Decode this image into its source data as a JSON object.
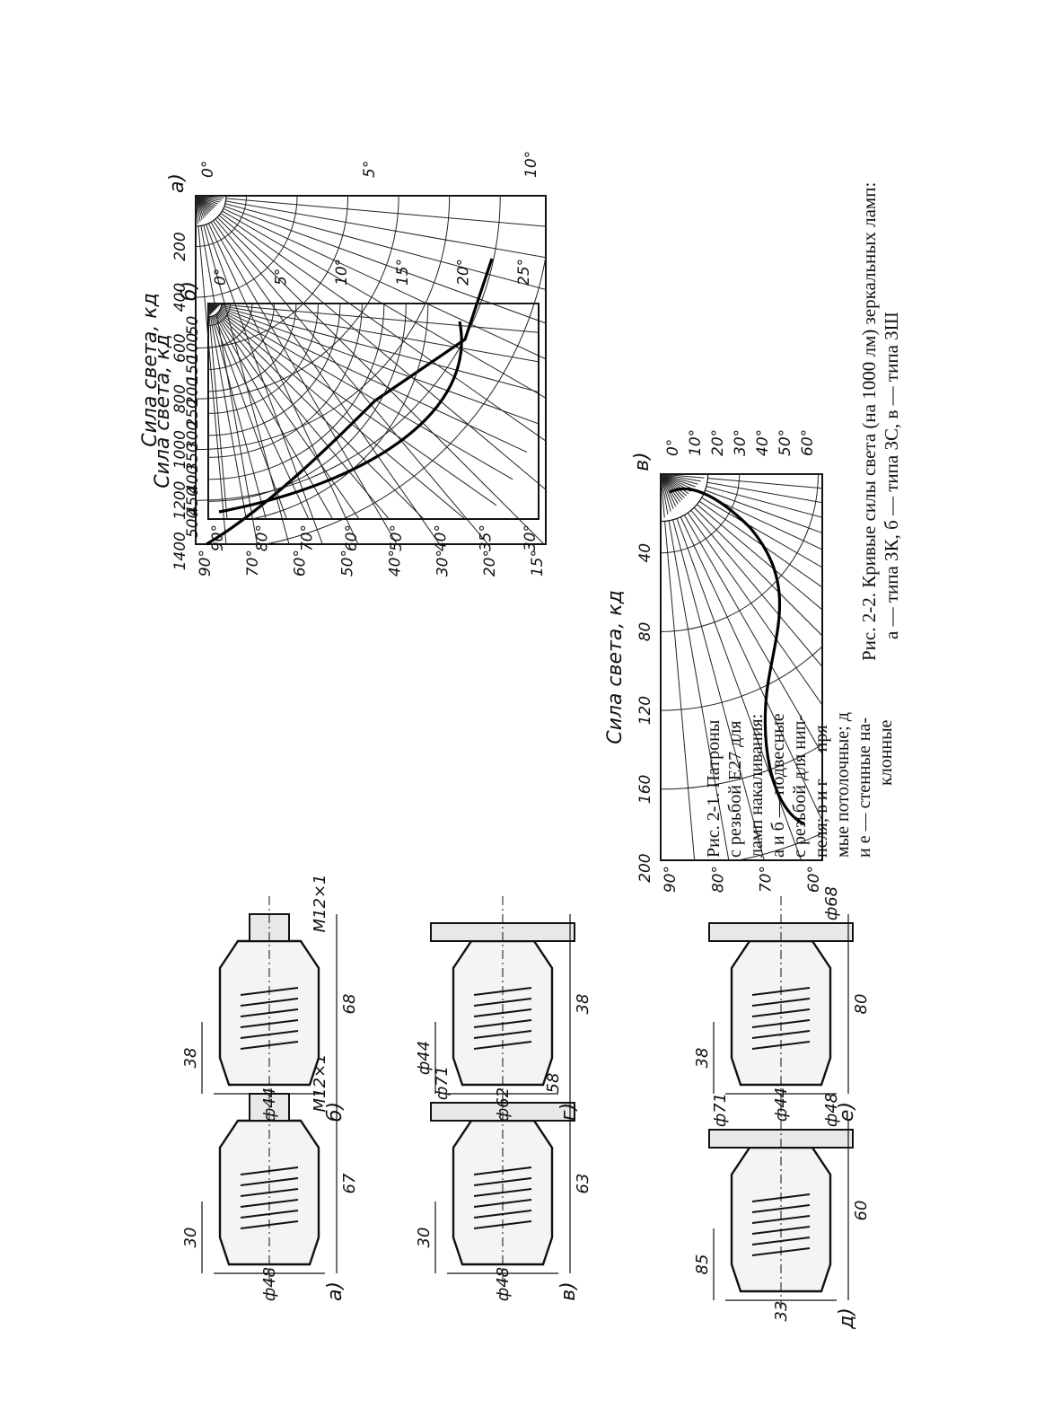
{
  "figure_2_1": {
    "caption_lines": [
      "Рис. 2-1. Патроны",
      "с резьбой Е27 для",
      "ламп накаливания:",
      "а и б — подвесные",
      "с резьбой для нип-",
      "пеля; в и г — пря-",
      "мые потолочные; д",
      "и е — стенные на-",
      "клонные"
    ],
    "sockets": [
      {
        "letter": "а)",
        "dims": [
          "67",
          "30",
          "ф48",
          "M12×1"
        ]
      },
      {
        "letter": "б)",
        "dims": [
          "68",
          "38",
          "ф44",
          "M12×1"
        ]
      },
      {
        "letter": "в)",
        "dims": [
          "63",
          "30",
          "ф48",
          "58",
          "ф71"
        ]
      },
      {
        "letter": "г)",
        "dims": [
          "38",
          "ф44",
          "ф62"
        ]
      },
      {
        "letter": "д)",
        "dims": [
          "60",
          "85",
          "33",
          "ф48",
          "ф71"
        ]
      },
      {
        "letter": "е)",
        "dims": [
          "80",
          "38",
          "ф44",
          "ф68"
        ]
      }
    ]
  },
  "figure_2_2": {
    "caption_line_1": "Рис. 2-2. Кривые силы света (на 1000 лм) зеркальных ламп:",
    "caption_line_2": "а — типа ЗК, б — типа ЗС, в — типа ЗШ",
    "plots": [
      {
        "letter": "а)",
        "axis_label": "Сила света, кд",
        "radial_ticks": [
          "200",
          "400",
          "600",
          "800",
          "1000",
          "1200",
          "1400"
        ],
        "angle_ticks_bottom": [
          "0°",
          "5°",
          "10°"
        ],
        "angle_ticks_top": [
          "90°",
          "70°",
          "60°",
          "50°",
          "40°",
          "30°",
          "20°",
          "15°"
        ]
      },
      {
        "letter": "б)",
        "axis_label": "Сила света, кд",
        "radial_ticks": [
          "50",
          "100",
          "150",
          "200",
          "250",
          "300",
          "350",
          "400",
          "450",
          "500"
        ],
        "angle_ticks_bottom": [
          "0°",
          "5°",
          "10°",
          "15°",
          "20°",
          "25°"
        ],
        "angle_ticks_top": [
          "90°",
          "80°",
          "70°",
          "60°",
          "50°",
          "40°",
          "35°",
          "30°"
        ]
      },
      {
        "letter": "в)",
        "axis_label": "Сила света, кд",
        "radial_ticks": [
          "40",
          "80",
          "120",
          "160",
          "200"
        ],
        "angle_ticks_bottom": [
          "0°",
          "10°",
          "20°",
          "30°",
          "40°",
          "50°",
          "60°"
        ],
        "angle_ticks_top": [
          "90°",
          "80°",
          "70°",
          "60°"
        ]
      }
    ]
  }
}
